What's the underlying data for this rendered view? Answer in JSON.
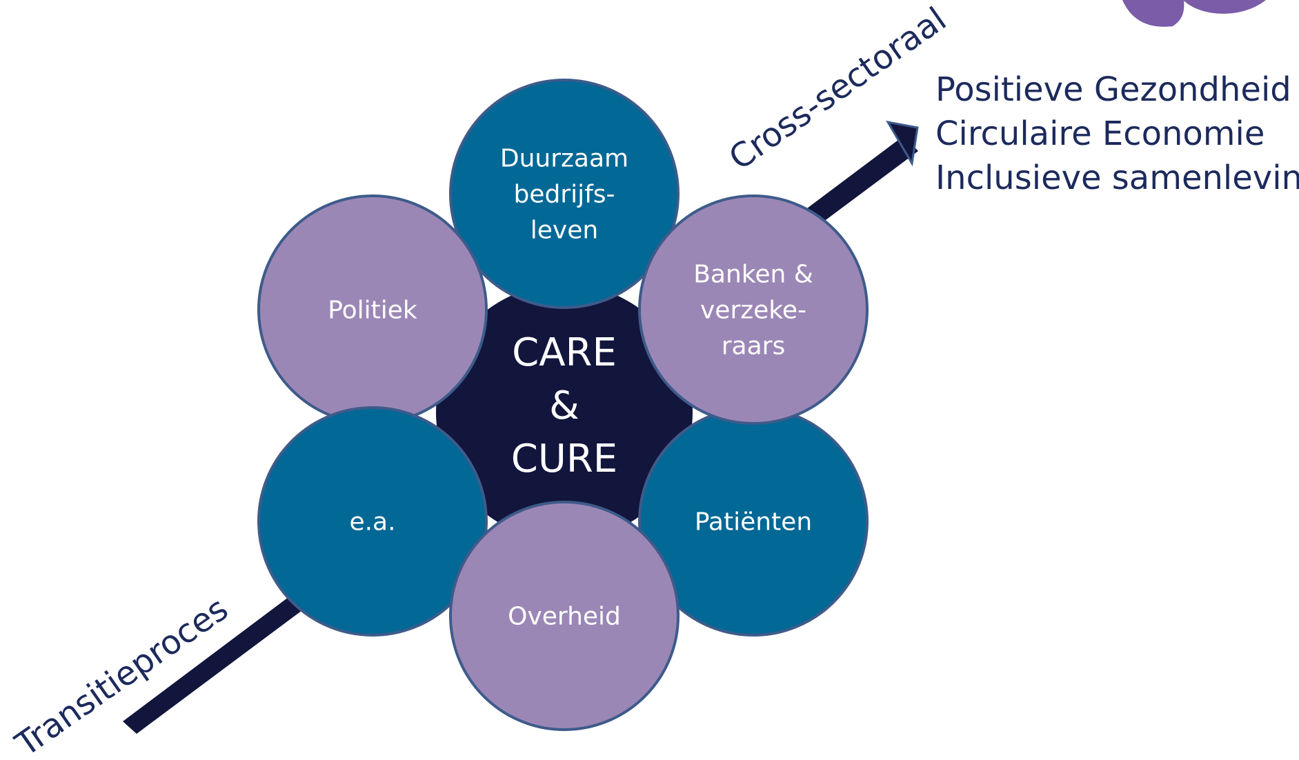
{
  "colors": {
    "teal": "#026896",
    "purple": "#9b87b6",
    "navy": "#12153c",
    "circle_border": "#3e5b8a",
    "text_dark": "#1c2a5c",
    "logo_purple": "#7a5ca8"
  },
  "center": {
    "lines": [
      "CARE",
      "&",
      "CURE"
    ]
  },
  "stakeholders": {
    "top": {
      "lines": [
        "Duurzaam",
        "bedrijfs-",
        "leven"
      ]
    },
    "upper_left": {
      "lines": [
        "Politiek"
      ]
    },
    "upper_right": {
      "lines": [
        "Banken &",
        "verzeke-",
        "raars"
      ]
    },
    "lower_left": {
      "lines": [
        "e.a."
      ]
    },
    "lower_right": {
      "lines": [
        "Patiënten"
      ]
    },
    "bottom": {
      "lines": [
        "Overheid"
      ]
    }
  },
  "arrow_labels": {
    "upper": "Cross-sectoraal",
    "lower": "Transitieproces"
  },
  "goals": [
    "Positieve Gezondheid",
    "Circulaire Economie",
    "Inclusieve samenleving"
  ]
}
